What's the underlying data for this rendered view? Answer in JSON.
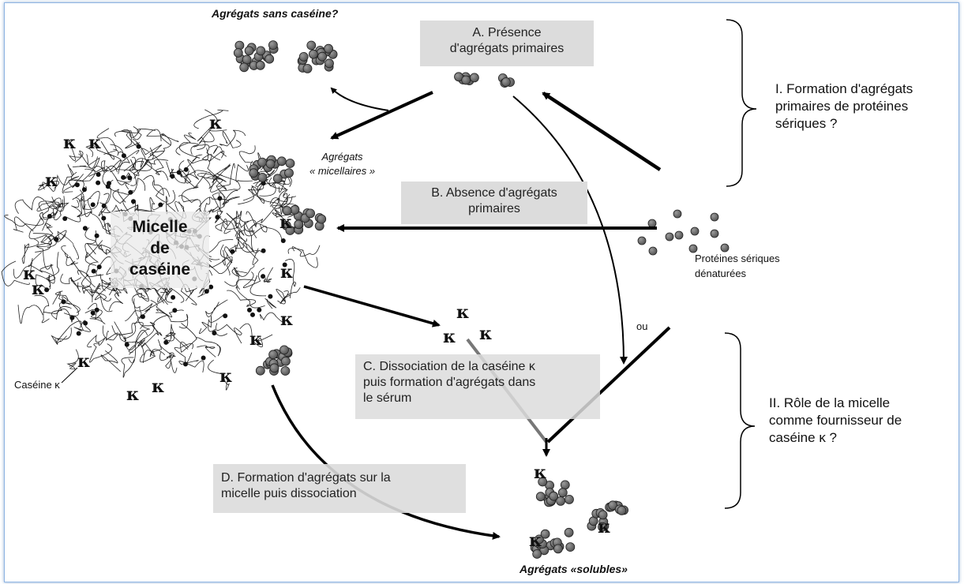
{
  "labels": {
    "agregats_sans_caseine": "Agrégats sans caséine?",
    "agregats_micellaires_1": "Agrégats",
    "agregats_micellaires_2": "« micellaires »",
    "micelle_line1": "Micelle",
    "micelle_line2": "de",
    "micelle_line3": "caséine",
    "caseine_kappa": "Caséine κ",
    "proteines_1": "Protéines sériques",
    "proteines_2": "dénaturées",
    "ou": "ou",
    "agregats_solubles": "Agrégats «solubles»",
    "kappa": "κ"
  },
  "boxes": {
    "A_line1": "A. Présence",
    "A_line2": "d'agrégats primaires",
    "B_line1": "B. Absence d'agrégats",
    "B_line2": "primaires",
    "C_line1": "C. Dissociation de la caséine κ",
    "C_line2": "puis formation d'agrégats dans",
    "C_line3": "le sérum",
    "D_line1": "D. Formation d'agrégats sur la",
    "D_line2": "micelle puis dissociation"
  },
  "questions": {
    "I_line1": "I. Formation d'agrégats",
    "I_line2": "primaires de protéines",
    "I_line3": "sériques ?",
    "II_line1": "II. Rôle de la micelle",
    "II_line2": "comme fournisseur de",
    "II_line3": "caséine κ ?"
  },
  "colors": {
    "frame_border": "#8db3e2",
    "box_fill": "#dcdcdc",
    "sphere_fill": "#6e6e6e",
    "arrow": "#000000"
  }
}
